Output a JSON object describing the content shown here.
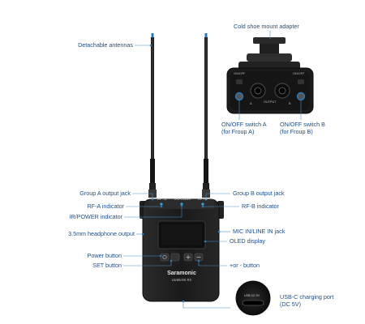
{
  "colors": {
    "label_text": "#1b4f8a",
    "leader_line": "#4a90c8",
    "leader_dot": "#2a7ab8",
    "device_body": "#1a1a1a",
    "accent": "#3ea0d8"
  },
  "device": {
    "brand": "Saramonic",
    "model": "UwMic9S RX",
    "top_labels": {
      "rf_a": "RF - A",
      "ir_power": "IR/POWER",
      "rf_b": "RF - B"
    },
    "adapter_labels": {
      "on_off_left": "ON/OFF",
      "on_off_right": "ON/OFF",
      "output": "OUTPUT",
      "a": "A",
      "b": "B"
    },
    "usb_label": "USB DC 5V"
  },
  "callouts": {
    "cold_shoe": "Cold shoe mount adapter",
    "antennas": "Detachable antennas",
    "switch_a_line1": "ON/OFF switch A",
    "switch_a_line2": "(for Froup A)",
    "switch_b_line1": "ON/OFF switch B",
    "switch_b_line2": "(for Froup B)",
    "group_a_jack": "Group A output jack",
    "group_b_jack": "Group B output jack",
    "rf_a_indicator": "RF-A indicator",
    "rf_b_indicator": "RF-B indicator",
    "ir_power_indicator": "IR/POWER indicator",
    "headphone_output": "3.5mm headphone output",
    "mic_line_jack": "MIC IN/LINE IN jack",
    "oled_display": "OLED display",
    "power_button": "Power button",
    "set_button": "SET button",
    "plus_minus_button": "+or - button",
    "usb_c_line1": "USB-C charging port",
    "usb_c_line2": "(DC 5V)"
  }
}
